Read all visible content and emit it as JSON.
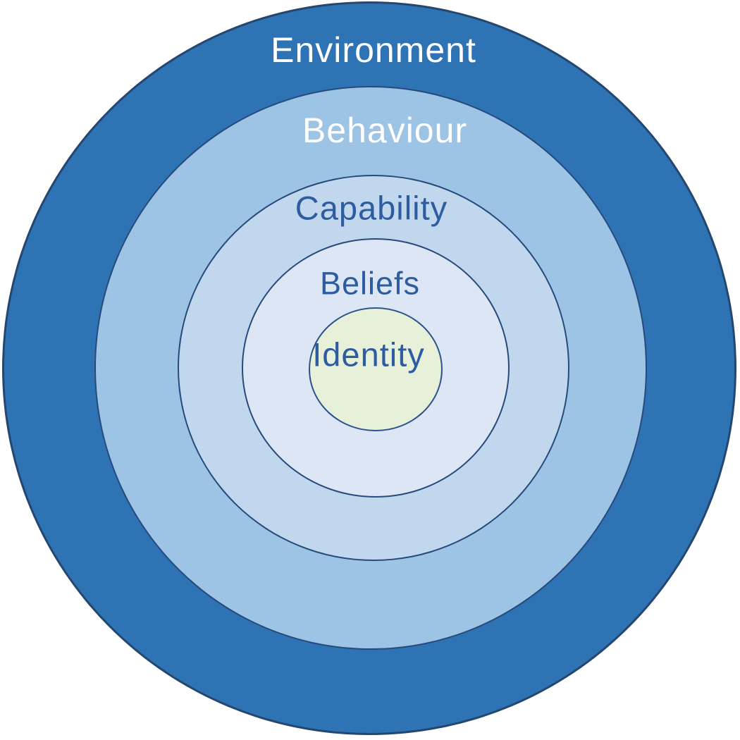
{
  "diagram": {
    "type": "concentric-circles",
    "layers": [
      {
        "label": "Environment",
        "fill": "#2e73b4",
        "text_color": "#ffffff"
      },
      {
        "label": "Behaviour",
        "fill": "#9dc3e5",
        "text_color": "#ffffff"
      },
      {
        "label": "Capability",
        "fill": "#c1d7ee",
        "text_color": "#2e5ca0"
      },
      {
        "label": "Beliefs",
        "fill": "#dce6f4",
        "text_color": "#2e5ca0"
      },
      {
        "label": "Identity",
        "fill": "#e7f0d9",
        "text_color": "#2e5ca0"
      }
    ],
    "colors": {
      "circle_border": "#274a7c",
      "outer_circle_border": "#24476f",
      "background": "#ffffff"
    }
  }
}
